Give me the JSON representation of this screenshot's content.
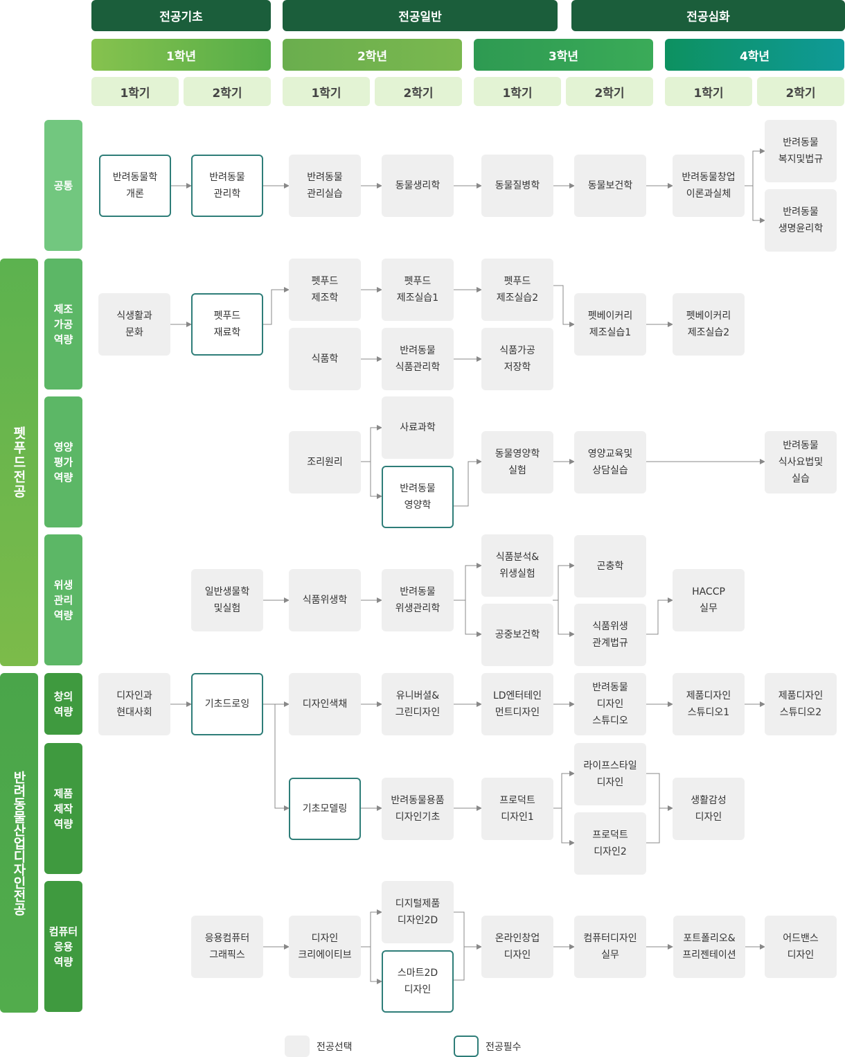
{
  "levels": [
    "전공기초",
    "전공일반",
    "전공심화"
  ],
  "years": [
    "1학년",
    "2학년",
    "3학년",
    "4학년"
  ],
  "semesters": [
    "1학기",
    "2학기",
    "1학기",
    "2학기",
    "1학기",
    "2학기",
    "1학기",
    "2학기"
  ],
  "tracks": [
    "펫푸드전공",
    "반려동물산업디자인전공"
  ],
  "categories": {
    "common": "공통",
    "manufacture": "제조\n가공\n역량",
    "nutrition": "영양\n평가\n역량",
    "hygiene": "위생\n관리\n역량",
    "creative": "창의\n역량",
    "product": "제품\n제작\n역량",
    "computer": "컴퓨터\n응용\n역량"
  },
  "courses": {
    "c1": "반려동물학\n개론",
    "c2": "반려동물\n관리학",
    "c3": "반려동물\n관리실습",
    "c4": "동물생리학",
    "c5": "동물질병학",
    "c6": "동물보건학",
    "c7": "반려동물창업\n이론과실체",
    "c8": "반려동물\n복지및법규",
    "c9": "반려동물\n생명윤리학",
    "m1": "식생활과\n문화",
    "m2": "펫푸드\n재료학",
    "m3": "펫푸드\n제조학",
    "m4": "펫푸드\n제조실습1",
    "m5": "펫푸드\n제조실습2",
    "m6": "식품학",
    "m7": "반려동물\n식품관리학",
    "m8": "식품가공\n저장학",
    "m9": "펫베이커리\n제조실습1",
    "m10": "펫베이커리\n제조실습2",
    "n1": "조리원리",
    "n2": "사료과학",
    "n3": "반려동물\n영양학",
    "n4": "동물영양학\n실험",
    "n5": "영양교육및\n상담실습",
    "n6": "반려동물\n식사요법및\n실습",
    "h1": "일반생물학\n및실험",
    "h2": "식품위생학",
    "h3": "반려동물\n위생관리학",
    "h4": "식품분석&\n위생실험",
    "h5": "공중보건학",
    "h6": "곤충학",
    "h7": "식품위생\n관계법규",
    "h8": "HACCP\n실무",
    "d1": "디자인과\n현대사회",
    "d2": "기초드로잉",
    "d3": "디자인색채",
    "d4": "유니버셜&\n그린디자인",
    "d5": "LD엔터테인\n먼트디자인",
    "d6": "반려동물\n디자인\n스튜디오",
    "d7": "제품디자인\n스튜디오1",
    "d8": "제품디자인\n스튜디오2",
    "p1": "기초모델링",
    "p2": "반려동물용품\n디자인기초",
    "p3": "프로덕트\n디자인1",
    "p4": "라이프스타일\n디자인",
    "p5": "프로덕트\n디자인2",
    "p6": "생활감성\n디자인",
    "k1": "응용컴퓨터\n그래픽스",
    "k2": "디자인\n크리에이티브",
    "k3": "디지털제품\n디자인2D",
    "k4": "스마트2D\n디자인",
    "k5": "온라인창업\n디자인",
    "k6": "컴퓨터디자인\n실무",
    "k7": "포트폴리오&\n프리젠테이션",
    "k8": "어드밴스\n디자인"
  },
  "legend": {
    "elective": "전공선택",
    "required": "전공필수"
  },
  "colors": {
    "level_header": "#1b5e3b",
    "year1": "#72b84a",
    "year2": "#6aae4e",
    "year3": "#2f9e58",
    "year4": "#0f9a80",
    "semester_bg": "#e3f3d4",
    "cat_common": "#72c77f",
    "cat_petfood": "#5cb766",
    "cat_design": "#3f9a3f",
    "track_petfood": "#6ab64c",
    "track_design": "#4aa54a",
    "box_bg": "#efefef",
    "required_border": "#2e7d78",
    "edge": "#888888"
  }
}
